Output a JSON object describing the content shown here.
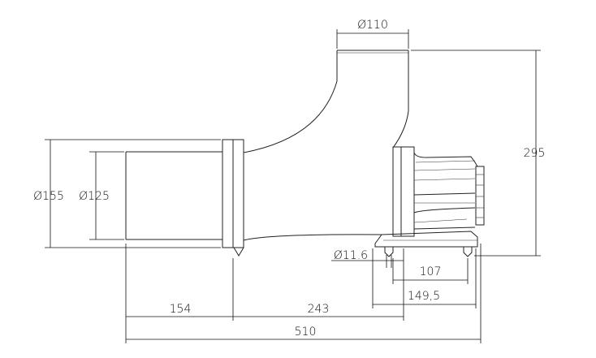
{
  "drawing": {
    "dimensions": {
      "outlet_diameter": "Ø110",
      "flange_diameter": "Ø155",
      "inlet_diameter": "Ø125",
      "total_height": "295",
      "foot_hole_diameter": "Ø11.6",
      "foot_spacing": "107",
      "base_width": "149,5",
      "inlet_length": "154",
      "flange_to_motor": "243",
      "total_length": "510"
    }
  }
}
